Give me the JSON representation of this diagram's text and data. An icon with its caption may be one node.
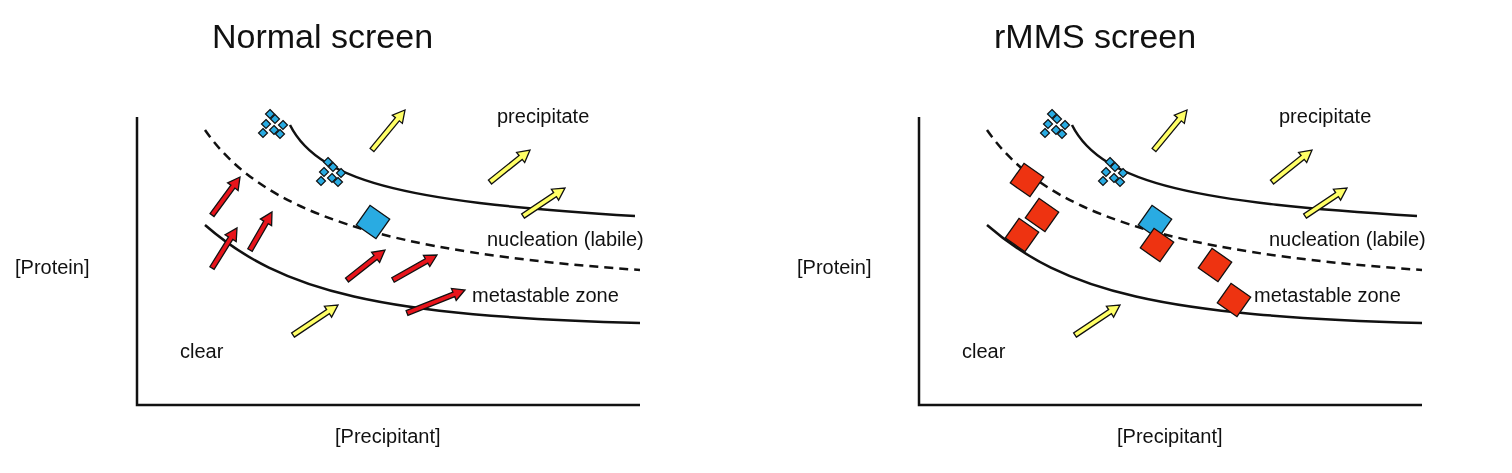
{
  "diagram": {
    "labels": [
      "Normal screen",
      "precipitate",
      "nucleation (labile)",
      "[Protein]",
      "metastable zone",
      "clear",
      "[Precipitant]",
      "rMMS screen",
      "precipitate",
      "nucleation (labile)",
      "[Protein]",
      "metastable zone",
      "clear",
      "[Precipitant]"
    ]
  }
}
